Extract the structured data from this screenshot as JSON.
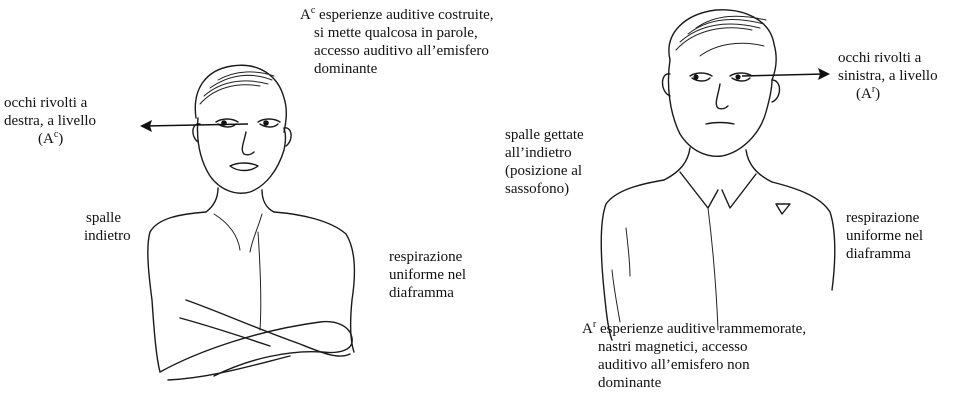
{
  "left_figure": {
    "label_top": {
      "prefix": "A",
      "sup": "c",
      "line1": " esperienze auditive costruite,",
      "line2": "si mette qualcosa in parole,",
      "line3": "accesso auditivo all’emisfero",
      "line4": "dominante"
    },
    "label_eyes": {
      "line1": "occhi rivolti a",
      "line2": "destra, a livello",
      "line3_prefix": "(A",
      "line3_sup": "c",
      "line3_suffix": ")"
    },
    "label_shoulders": {
      "line1": "spalle",
      "line2": "indietro"
    },
    "label_breath": {
      "line1": "respirazione",
      "line2": "uniforme nel",
      "line3": "diaframma"
    }
  },
  "right_figure": {
    "label_eyes": {
      "line1": "occhi rivolti a",
      "line2": "sinistra, a livello",
      "line3_prefix": "(A",
      "line3_sup": "r",
      "line3_suffix": ")"
    },
    "label_shoulders": {
      "line1": "spalle gettate",
      "line2": "all’indietro",
      "line3": "(posizione al",
      "line4": "sassofono)"
    },
    "label_breath": {
      "line1": "respirazione",
      "line2": "uniforme nel",
      "line3": "diaframma"
    },
    "label_bottom": {
      "prefix": "A",
      "sup": "r",
      "line1": " esperienze auditive rammemorate,",
      "line2": "nastri magnetici, accesso",
      "line3": "auditivo all’emisfero non",
      "line4": "dominante"
    }
  }
}
